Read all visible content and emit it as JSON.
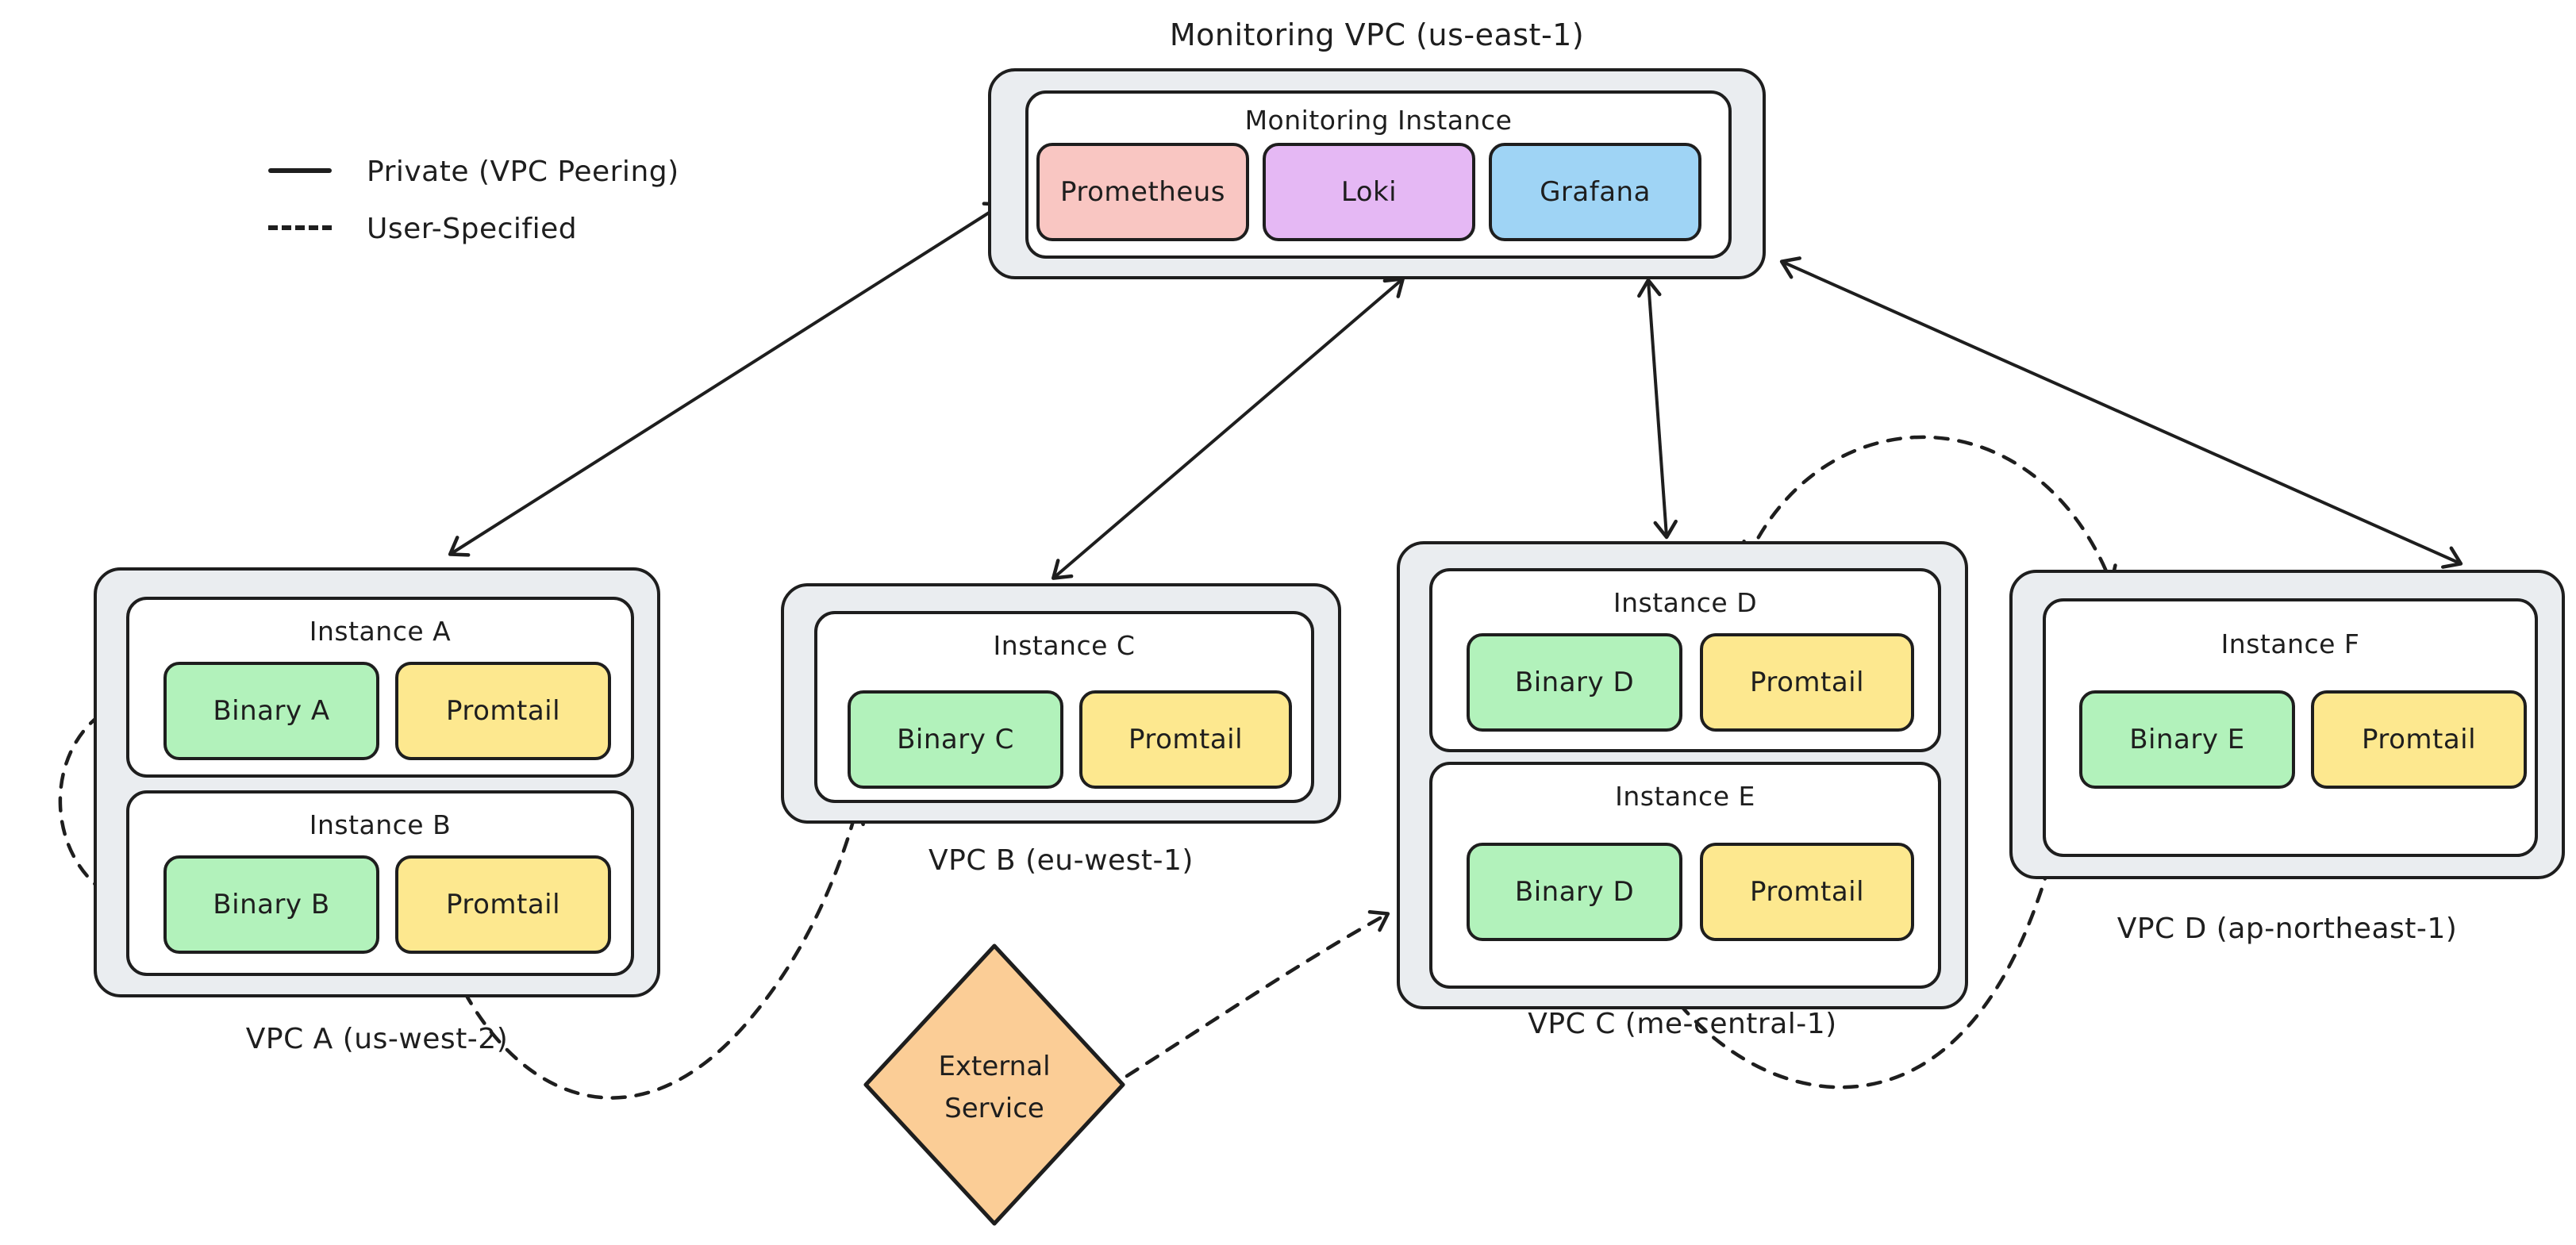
{
  "title": "Monitoring VPC (us-east-1)",
  "legend": {
    "private_label": "Private (VPC Peering)",
    "user_label": "User-Specified"
  },
  "monitoring": {
    "instance_label": "Monitoring Instance",
    "services": [
      {
        "label": "Prometheus",
        "color": "#f9c6c2"
      },
      {
        "label": "Loki",
        "color": "#e5b8f4"
      },
      {
        "label": "Grafana",
        "color": "#9fd4f5"
      }
    ]
  },
  "vpcs": [
    {
      "label": "VPC A (us-west-2)",
      "instances": [
        {
          "label": "Instance A",
          "chips": [
            {
              "label": "Binary A",
              "color": "#b2f2bb"
            },
            {
              "label": "Promtail",
              "color": "#fde88f"
            }
          ]
        },
        {
          "label": "Instance B",
          "chips": [
            {
              "label": "Binary B",
              "color": "#b2f2bb"
            },
            {
              "label": "Promtail",
              "color": "#fde88f"
            }
          ]
        }
      ]
    },
    {
      "label": "VPC B (eu-west-1)",
      "instances": [
        {
          "label": "Instance C",
          "chips": [
            {
              "label": "Binary C",
              "color": "#b2f2bb"
            },
            {
              "label": "Promtail",
              "color": "#fde88f"
            }
          ]
        }
      ]
    },
    {
      "label": "VPC C (me-central-1)",
      "instances": [
        {
          "label": "Instance D",
          "chips": [
            {
              "label": "Binary D",
              "color": "#b2f2bb"
            },
            {
              "label": "Promtail",
              "color": "#fde88f"
            }
          ]
        },
        {
          "label": "Instance E",
          "chips": [
            {
              "label": "Binary D",
              "color": "#b2f2bb"
            },
            {
              "label": "Promtail",
              "color": "#fde88f"
            }
          ]
        }
      ]
    },
    {
      "label": "VPC D (ap-northeast-1)",
      "instances": [
        {
          "label": "Instance F",
          "chips": [
            {
              "label": "Binary E",
              "color": "#b2f2bb"
            },
            {
              "label": "Promtail",
              "color": "#fde88f"
            }
          ]
        }
      ]
    }
  ],
  "external_service": {
    "line1": "External",
    "line2": "Service",
    "color": "#fbcd96"
  },
  "edges": [
    {
      "from": "Monitoring Instance",
      "to": "VPC A",
      "type": "private-vpc-peering",
      "style": "solid",
      "arrowheads": "both"
    },
    {
      "from": "Monitoring Instance",
      "to": "VPC B",
      "type": "private-vpc-peering",
      "style": "solid",
      "arrowheads": "both"
    },
    {
      "from": "Monitoring Instance",
      "to": "VPC C",
      "type": "private-vpc-peering",
      "style": "solid",
      "arrowheads": "both"
    },
    {
      "from": "Monitoring Instance",
      "to": "VPC D",
      "type": "private-vpc-peering",
      "style": "solid",
      "arrowheads": "both"
    },
    {
      "from": "Instance A",
      "to": "Instance B",
      "type": "user-specified",
      "style": "dashed",
      "arrowheads": "both"
    },
    {
      "from": "Instance B",
      "to": "Instance C",
      "type": "user-specified",
      "style": "dashed",
      "arrowheads": "both"
    },
    {
      "from": "External Service",
      "to": "Instance E",
      "type": "user-specified",
      "style": "dashed",
      "arrowheads": "end"
    },
    {
      "from": "Instance D",
      "to": "Instance F",
      "type": "user-specified",
      "style": "dashed",
      "arrowheads": "both"
    },
    {
      "from": "Instance E",
      "to": "Instance F",
      "type": "user-specified",
      "style": "dashed",
      "arrowheads": "both"
    }
  ],
  "colors": {
    "stroke": "#1e1e1e",
    "vpc_fill": "#eaedf0",
    "instance_fill": "#ffffff",
    "background": "#ffffff"
  }
}
